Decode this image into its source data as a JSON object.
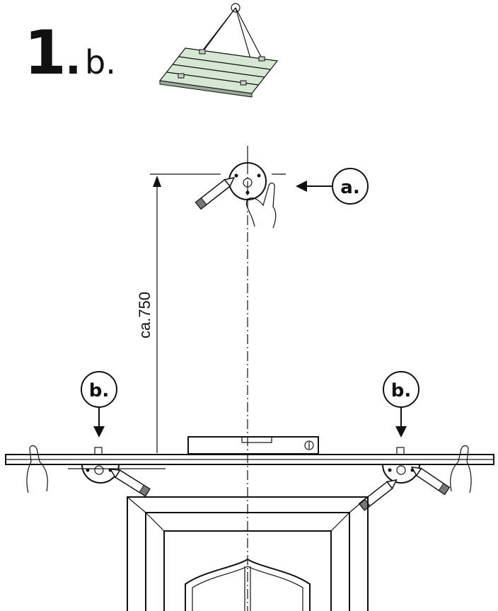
{
  "step": {
    "number": "1",
    "dot": ".",
    "sub": "b."
  },
  "dimension": {
    "label": "ca.750"
  },
  "callouts": {
    "a": "a.",
    "b_left": "b.",
    "b_right": "b."
  },
  "icons": [
    "ceiling-mount-icon",
    "pencil-icon",
    "hand-icon",
    "spirit-level-icon",
    "door-icon",
    "arrow-icon"
  ]
}
